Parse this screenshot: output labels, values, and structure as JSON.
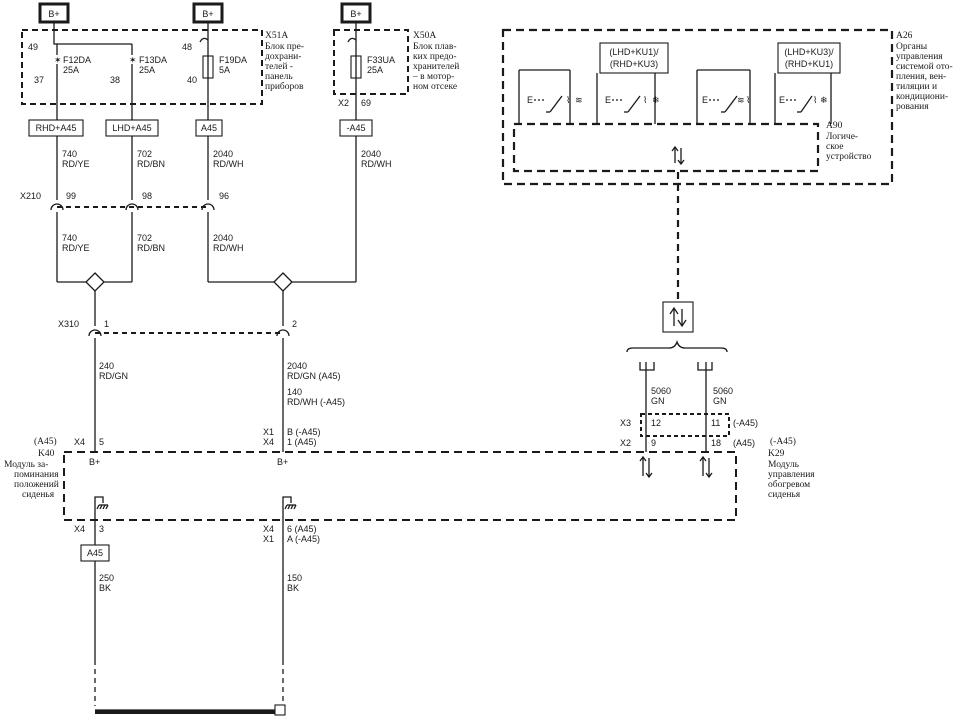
{
  "power": {
    "bplus": "B+"
  },
  "fuse_blocks": {
    "x51a": {
      "id": "X51A",
      "desc": [
        "Блок пре-",
        "дохрани-",
        "телей -",
        "панель",
        "приборов"
      ]
    },
    "x50a": {
      "id": "X50A",
      "desc": [
        "Блок плав-",
        "ких предо-",
        "хранителей",
        "– в мотор-",
        "ном отсеке"
      ]
    }
  },
  "fuses": {
    "f12": {
      "name": "F12DA",
      "rating": "25A",
      "pin_in": "49",
      "pin_out": "37"
    },
    "f13": {
      "name": "F13DA",
      "rating": "25A",
      "pin_out": "38"
    },
    "f19": {
      "name": "F19DA",
      "rating": "5A",
      "pin_in": "48",
      "pin_out": "40"
    },
    "f33": {
      "name": "F33UA",
      "rating": "25A",
      "conn": "X2",
      "pin_out": "69"
    }
  },
  "options": {
    "rhd": "RHD+A45",
    "lhd": "LHD+A45",
    "a45": "A45",
    "na45": "-A45",
    "lhd_ku1": "(LHD+KU1)/",
    "rhd_ku3": "(RHD+KU3)",
    "lhd_ku3": "(LHD+KU3)/",
    "rhd_ku1": "(RHD+KU1)"
  },
  "wires": {
    "w740": {
      "num": "740",
      "color": "RD/YE"
    },
    "w702": {
      "num": "702",
      "color": "RD/BN"
    },
    "w2040": {
      "num": "2040",
      "color": "RD/WH"
    },
    "w240": {
      "num": "240",
      "color": "RD/GN"
    },
    "w2040gn": {
      "num": "2040",
      "color": "RD/GN  (A45)"
    },
    "w140": {
      "num": "140",
      "color": "RD/WH  (-A45)"
    },
    "w5060a": {
      "num": "5060",
      "color": "GN"
    },
    "w5060b": {
      "num": "5060",
      "color": "GN"
    },
    "w250": {
      "num": "250",
      "color": "BK"
    },
    "w150": {
      "num": "150",
      "color": "BK"
    }
  },
  "connectors": {
    "x210": {
      "id": "X210",
      "pins": [
        "99",
        "98",
        "96"
      ]
    },
    "x310": {
      "id": "X310",
      "pins": [
        "1",
        "2"
      ]
    },
    "k40_x4_5": {
      "conn": "X4",
      "pin": "5"
    },
    "k40_x1_b": {
      "conn": "X1",
      "pin": "B  (-A45)"
    },
    "k40_x4_1": {
      "conn": "X4",
      "pin": "1 (A45)"
    },
    "k40_x4_3": {
      "conn": "X4",
      "pin": "3"
    },
    "k40_x4_6": {
      "conn": "X4",
      "pin": "6  (A45)"
    },
    "k40_x1_a": {
      "conn": "X1",
      "pin": "A  (-A45)"
    },
    "k29_x3": {
      "conn": "X3",
      "pins": [
        "12",
        "11"
      ],
      "note": "(-A45)"
    },
    "k29_x2": {
      "conn": "X2",
      "pins": [
        "9",
        "18"
      ],
      "note": "(A45)"
    }
  },
  "modules": {
    "k40": {
      "option": "(A45)",
      "id": "K40",
      "desc": [
        "Модуль за-",
        "поминания",
        "положений",
        "сиденья"
      ],
      "bplus": "B+"
    },
    "k29": {
      "option": "(-A45)",
      "id": "K29",
      "desc": [
        "Модуль",
        "управления",
        "обогревом",
        "сиденья"
      ]
    },
    "a26": {
      "id": "A26",
      "desc": [
        "Органы",
        "управления",
        "системой ото-",
        "пления, вен-",
        "тиляции и",
        "кондициони-",
        "рования"
      ]
    },
    "a90": {
      "id": "A90",
      "desc": [
        "Логиче-",
        "ское",
        "устройство"
      ]
    }
  },
  "colors": {
    "ink": "#1a1a1a",
    "background": "#ffffff"
  }
}
